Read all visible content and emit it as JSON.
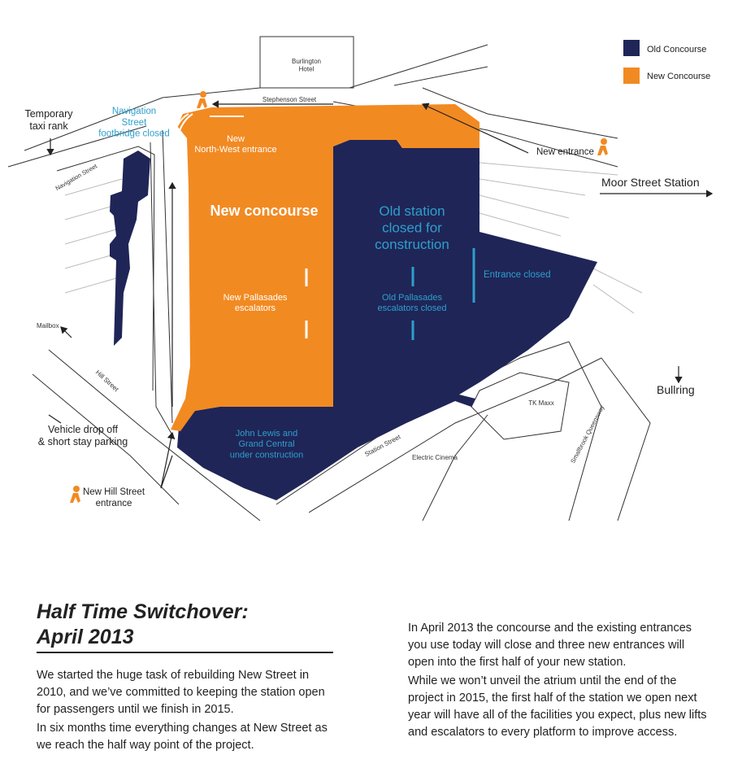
{
  "legend": {
    "old_label": "Old Concourse",
    "new_label": "New Concourse",
    "old_color": "#1f2557",
    "new_color": "#f28a22"
  },
  "map": {
    "hotel": "Burlington Hotel",
    "stephenson_street": "Stephenson Street",
    "temporary_taxi_rank": "Temporary taxi rank",
    "navigation_footbridge": "Navigation Street footbridge closed",
    "navigation_street": "Navigation Street",
    "new_north_west_entrance": "New North-West entrance",
    "new_entrance": "New entrance",
    "moor_street_station": "Moor Street Station",
    "new_concourse": "New concourse",
    "old_station_closed": "Old station closed for construction",
    "entrance_closed": "Entrance closed",
    "new_pallasades": "New Pallasades escalators",
    "old_pallasades": "Old Pallasades escalators closed",
    "mailbox": "Mailbox",
    "hill_street": "Hill Street",
    "bullring": "Bullring",
    "tk_maxx": "TK Maxx",
    "smallbrook_queensway": "Smallbrook Queensway",
    "vehicle_drop_off": "Vehicle drop off & short stay parking",
    "john_lewis": "John Lewis and Grand Central under construction",
    "station_street": "Station Street",
    "electric_cinema": "Electric Cinema",
    "new_hill_street_entrance": "New Hill Street entrance",
    "accent_color": "#2e9fcc",
    "walker_icon": "pedestrian-icon"
  },
  "article": {
    "title_line1": "Half Time Switchover:",
    "title_line2": "April 2013",
    "p1": "We started the huge task of rebuilding New Street in 2010, and we’ve committed to keeping the station open for passengers until we finish in 2015.",
    "p2": "In six months time everything changes at New Street as we reach the half way point of the project.",
    "p3": "In April 2013 the concourse and the existing entrances you use today will close and three new entrances will open into the first half of your new station.",
    "p4": "While we won’t unveil the atrium until the end of the project in 2015, the first half of the station we open next year will have all of the facilities you expect, plus new lifts and escalators to every platform to improve access."
  }
}
